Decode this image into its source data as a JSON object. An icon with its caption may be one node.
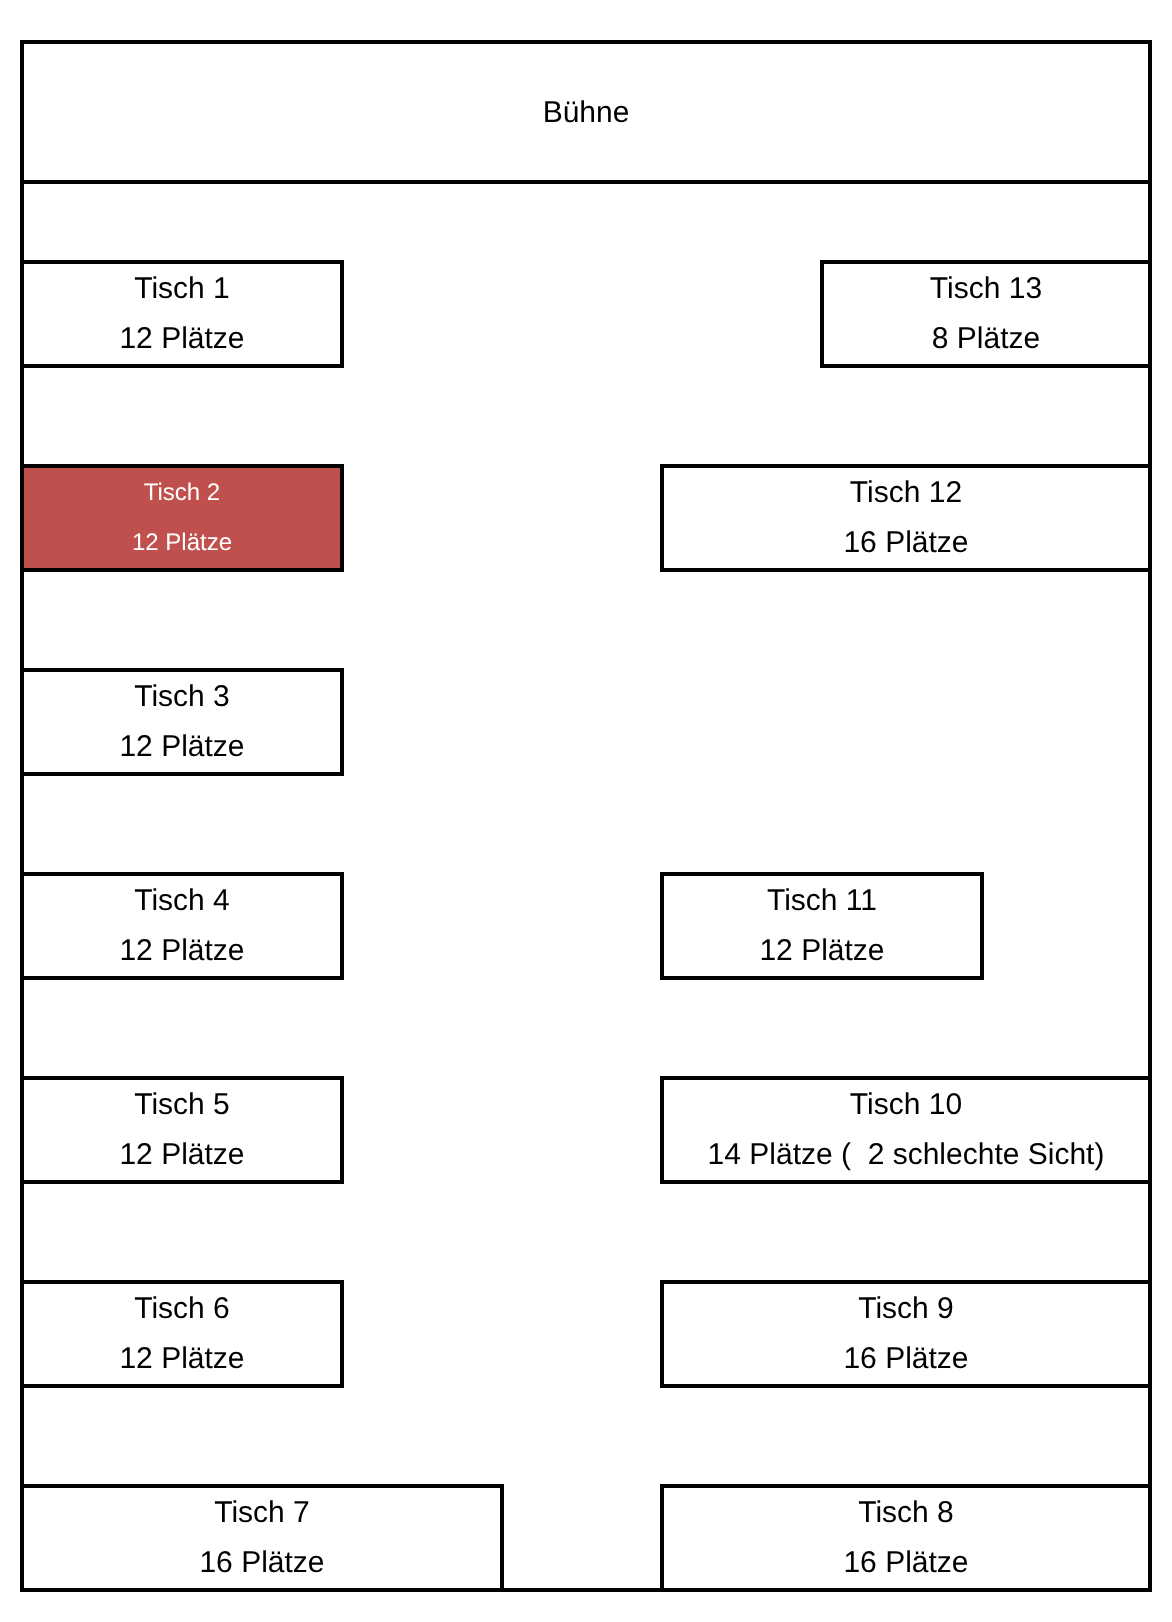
{
  "diagram": {
    "nodes": [
      {
        "text": [],
        "shape": "box"
      },
      {
        "text": [
          "Bühne"
        ],
        "in": 0
      },
      {
        "text": [
          "Tisch 1",
          "12 Plätze"
        ],
        "in": 0
      },
      {
        "text": [
          "Tisch 13",
          "8 Plätze"
        ],
        "in": 0
      },
      {
        "text": [
          "Tisch 2",
          "12 Plätze"
        ],
        "in": 0
      },
      {
        "text": [
          "Tisch 12",
          "16 Plätze"
        ],
        "in": 0
      },
      {
        "text": [
          "Tisch 3",
          "12 Plätze"
        ],
        "in": 0
      },
      {
        "text": [
          "Tisch 4",
          "12 Plätze"
        ],
        "in": 0
      },
      {
        "text": [
          "Tisch 11",
          "12 Plätze"
        ],
        "in": 0
      },
      {
        "text": [
          "Tisch 5",
          "12 Plätze"
        ],
        "in": 0
      },
      {
        "text": [
          "Tisch 10",
          "14 Plätze (  2 schlechte Sicht)"
        ],
        "in": 0
      },
      {
        "text": [
          "Tisch 6",
          "12 Plätze"
        ],
        "in": 0
      },
      {
        "text": [
          "Tisch 9",
          "16 Plätze"
        ],
        "in": 0
      },
      {
        "text": [
          "Tisch 7",
          "16 Plätze"
        ],
        "in": 0
      },
      {
        "text": [
          "Tisch 8",
          "16 Plätze"
        ],
        "in": 0
      }
    ]
  }
}
